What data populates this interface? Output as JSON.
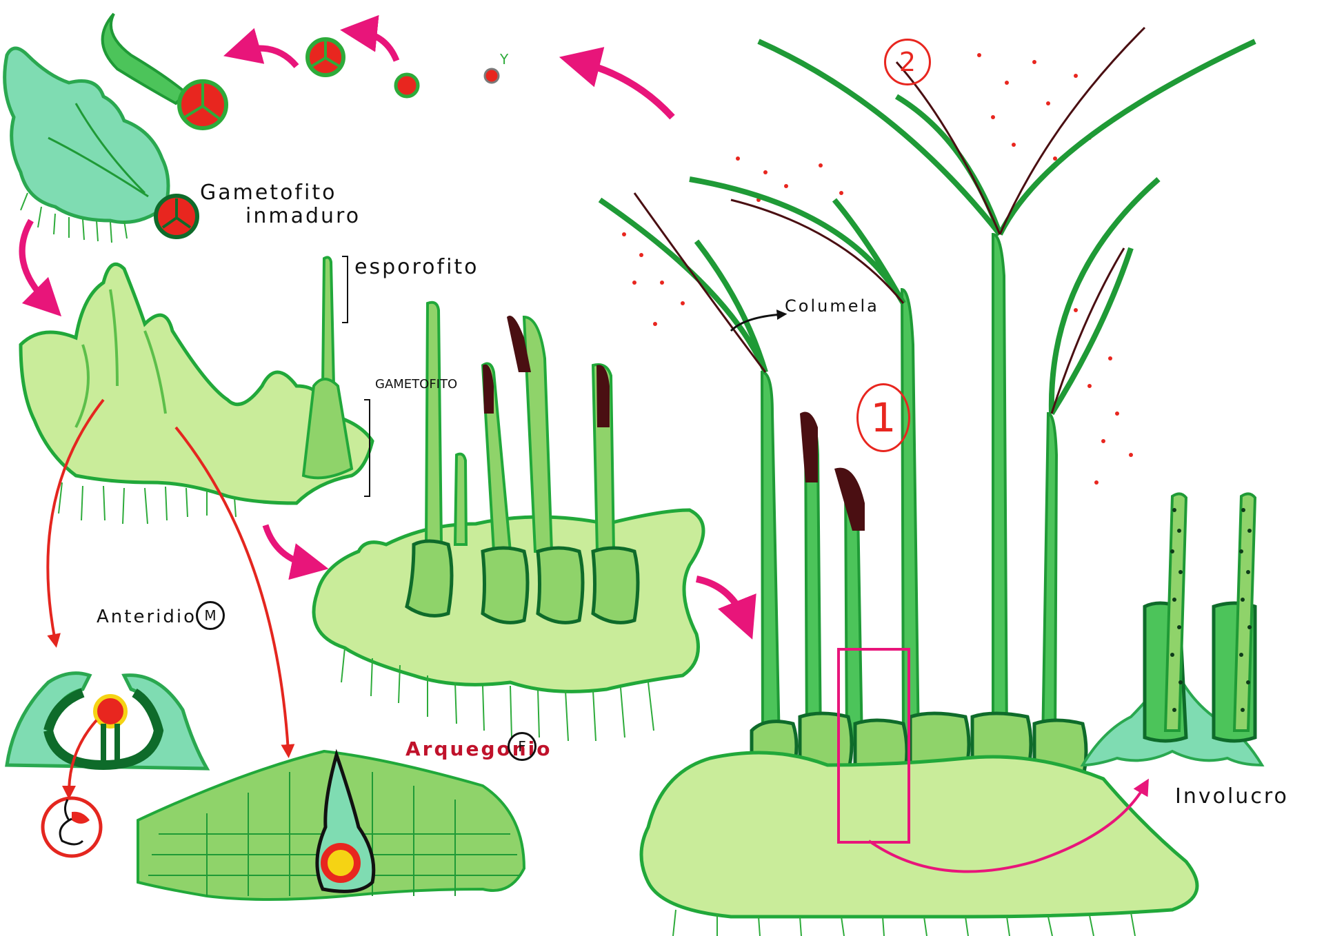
{
  "labels": {
    "gametofito": "Gametofito",
    "inmaduro": "inmaduro",
    "esporofito": "esporofito",
    "gametofito_vertical": "GAMETOFITO",
    "columela": "Columela",
    "anteridio": "Anteridio",
    "anteridio_tag": "M",
    "arquegonio": "Arquegonio",
    "arquegonio_tag": "F",
    "involucro": "Involucro",
    "stage_1": "1",
    "stage_2": "2",
    "spore_mark": "Y"
  },
  "colors": {
    "thallus_light": "#c9ec9a",
    "thallus_mid": "#8fd36a",
    "thallus_outline": "#21a83a",
    "young_gametophyte": "#7fdcb2",
    "dark_green": "#0e6b2a",
    "spore_red": "#e8261f",
    "arrow_magenta": "#e8157a",
    "arrow_red": "#e4261f",
    "sporangium_brown": "#4a0f12",
    "egg_yellow": "#f5d314"
  }
}
